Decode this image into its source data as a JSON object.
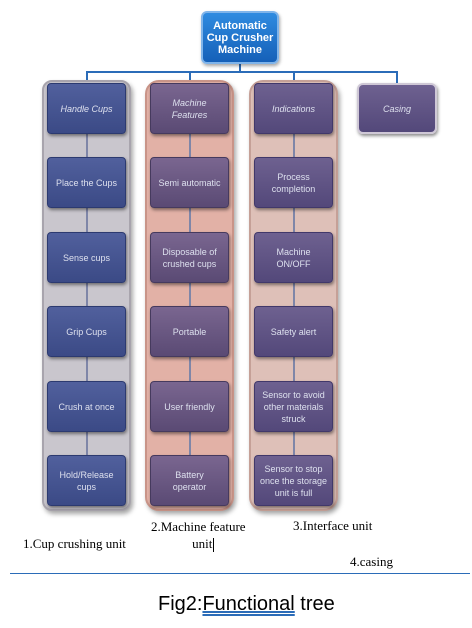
{
  "tree": {
    "root": "Automatic Cup Crusher Machine",
    "branches": [
      {
        "head": "Handle Cups",
        "items": [
          "Place the Cups",
          "Sense cups",
          "Grip Cups",
          "Crush at once",
          "Hold/Release cups"
        ]
      },
      {
        "head": "Machine Features",
        "items": [
          "Semi automatic",
          "Disposable of crushed cups",
          "Portable",
          "User friendly",
          "Battery operator"
        ]
      },
      {
        "head": "Indications",
        "items": [
          "Process completion",
          "Machine ON/OFF",
          "Safety alert",
          "Sensor to avoid other materials struck",
          "Sensor to stop once the storage unit is full"
        ]
      },
      {
        "head": "Casing",
        "items": []
      }
    ]
  },
  "captions": {
    "unit1": "1.Cup crushing unit",
    "unit2_line1": "2.Machine feature",
    "unit2_line2": "unit",
    "unit3": "3.Interface unit",
    "unit4": "4.casing"
  },
  "figure": {
    "prefix": "Fig2:",
    "underlined": "Functional",
    "suffix": " tree"
  }
}
